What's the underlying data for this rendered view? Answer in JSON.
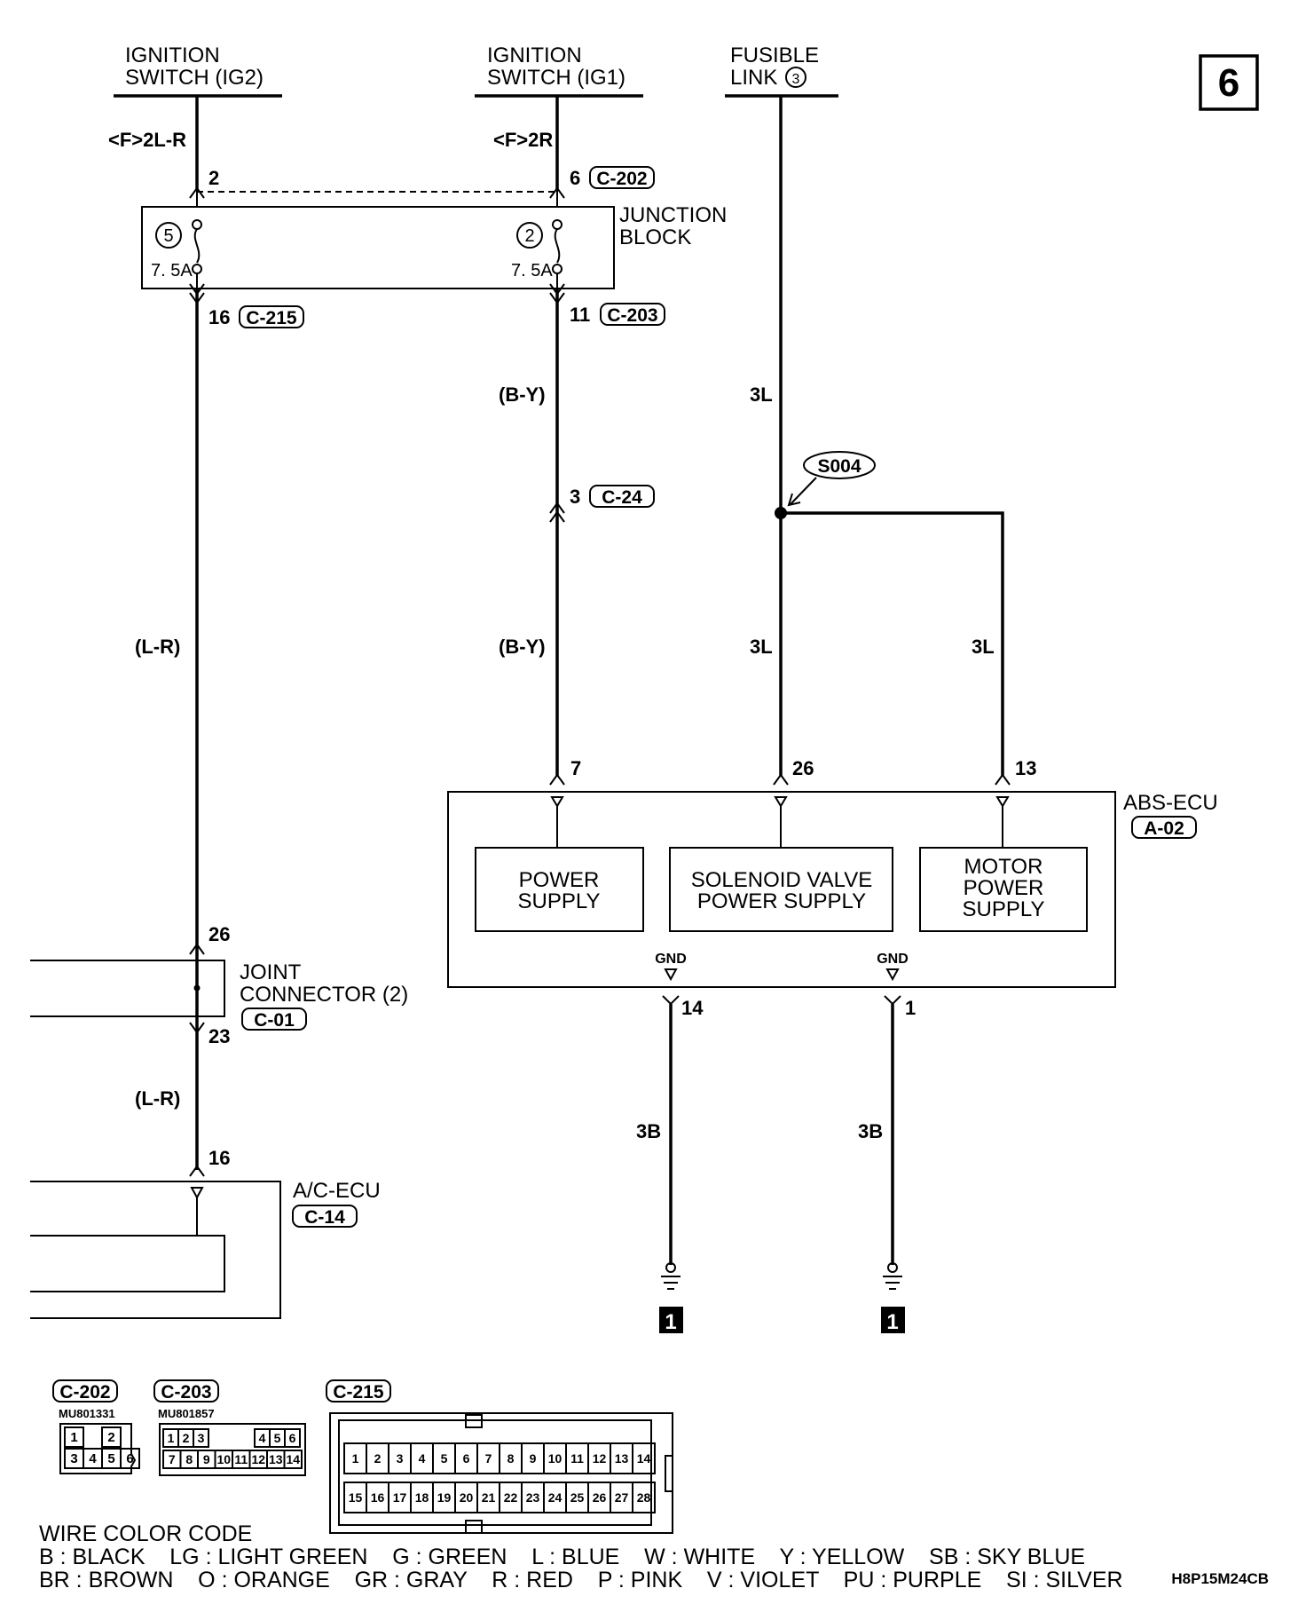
{
  "page_number": "6",
  "sources": {
    "ig2": [
      "IGNITION",
      "SWITCH (IG2)"
    ],
    "ig1": [
      "IGNITION",
      "SWITCH (IG1)"
    ],
    "fusible": [
      "FUSIBLE",
      "LINK"
    ],
    "fusible_num": "3"
  },
  "harness": {
    "left": "<F>2L-R",
    "mid": "<F>2R"
  },
  "junction_block": {
    "label": [
      "JUNCTION",
      "BLOCK"
    ],
    "fuse_left": {
      "num": "5",
      "rating": "7. 5A"
    },
    "fuse_right": {
      "num": "2",
      "rating": "7. 5A"
    }
  },
  "pins": {
    "jb_in_left": "2",
    "jb_in_right": "6",
    "jb_out_left": "16",
    "jb_out_right": "11",
    "c24": "3",
    "abs_7": "7",
    "abs_26": "26",
    "abs_13": "13",
    "joint_in": "26",
    "joint_out": "23",
    "acecu": "16",
    "gnd_14": "14",
    "gnd_1": "1"
  },
  "connectors": {
    "c202": "C-202",
    "c203": "C-203",
    "c215": "C-215",
    "c24": "C-24",
    "c01": "C-01",
    "c14": "C-14",
    "a02": "A-02"
  },
  "wires": {
    "by": "(B-Y)",
    "lr": "(L-R)",
    "w3l": "3L",
    "w3b": "3B"
  },
  "splice": "S004",
  "abs_ecu": {
    "label": "ABS-ECU",
    "blocks": [
      [
        "POWER",
        "SUPPLY"
      ],
      [
        "SOLENOID VALVE",
        "POWER SUPPLY"
      ],
      [
        "MOTOR",
        "POWER",
        "SUPPLY"
      ]
    ],
    "gnd": "GND"
  },
  "joint_connector": [
    "JOINT",
    "CONNECTOR (2)"
  ],
  "ac_ecu": "A/C-ECU",
  "ground_num": "1",
  "connector_views": {
    "c202_part": "MU801331",
    "c203_part": "MU801857",
    "c202_top": [
      "1",
      "",
      "2"
    ],
    "c202_bottom": [
      "3",
      "4",
      "5",
      "6"
    ],
    "c203_top": [
      "1",
      "2",
      "3",
      "4",
      "5",
      "6"
    ],
    "c203_bottom": [
      "7",
      "8",
      "9",
      "10",
      "11",
      "12",
      "13",
      "14"
    ],
    "c215_top": [
      "1",
      "2",
      "3",
      "4",
      "5",
      "6",
      "7",
      "8",
      "9",
      "10",
      "11",
      "12",
      "13",
      "14"
    ],
    "c215_bottom": [
      "15",
      "16",
      "17",
      "18",
      "19",
      "20",
      "21",
      "22",
      "23",
      "24",
      "25",
      "26",
      "27",
      "28"
    ]
  },
  "wire_color_code": {
    "title": "WIRE COLOR CODE",
    "line1": "B : BLACK    LG : LIGHT GREEN    G : GREEN    L : BLUE    W : WHITE    Y : YELLOW    SB : SKY BLUE",
    "line2": "BR : BROWN    O : ORANGE    GR : GRAY    R : RED    P : PINK    V : VIOLET    PU : PURPLE    SI : SILVER"
  },
  "diagram_code": "H8P15M24CB"
}
